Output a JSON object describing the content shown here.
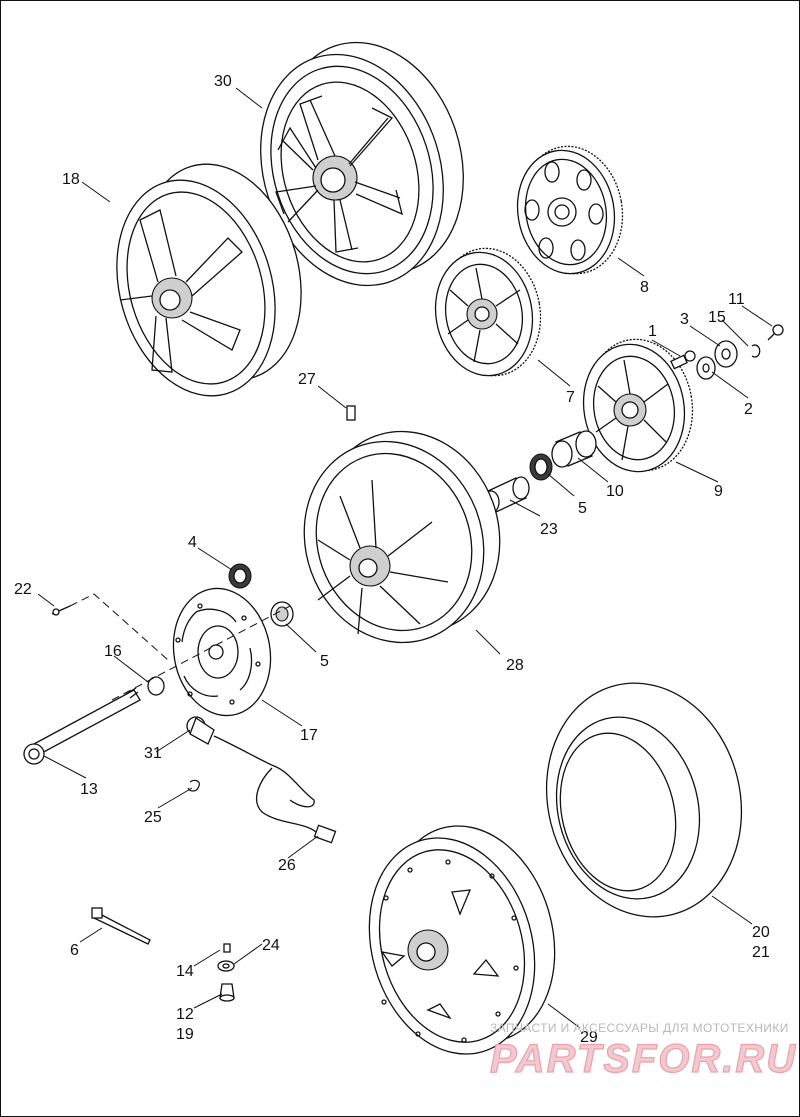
{
  "callouts": [
    {
      "text": "1"
    },
    {
      "text": "2"
    },
    {
      "text": "3"
    },
    {
      "text": "4"
    },
    {
      "text": "5"
    },
    {
      "text": "5"
    },
    {
      "text": "6"
    },
    {
      "text": "7"
    },
    {
      "text": "8"
    },
    {
      "text": "9"
    },
    {
      "text": "10"
    },
    {
      "text": "11"
    },
    {
      "text": "12"
    },
    {
      "text": "13"
    },
    {
      "text": "14"
    },
    {
      "text": "15"
    },
    {
      "text": "16"
    },
    {
      "text": "17"
    },
    {
      "text": "18"
    },
    {
      "text": "19"
    },
    {
      "text": "20"
    },
    {
      "text": "21"
    },
    {
      "text": "22"
    },
    {
      "text": "23"
    },
    {
      "text": "24"
    },
    {
      "text": "25"
    },
    {
      "text": "26"
    },
    {
      "text": "27"
    },
    {
      "text": "28"
    },
    {
      "text": "29"
    },
    {
      "text": "30"
    },
    {
      "text": "31"
    }
  ],
  "watermark": {
    "caption": "ЗАПЧАСТИ И АКСЕССУАРЫ ДЛЯ МОТОТЕХНИКИ",
    "brand": "PARTSFOR.RU"
  }
}
